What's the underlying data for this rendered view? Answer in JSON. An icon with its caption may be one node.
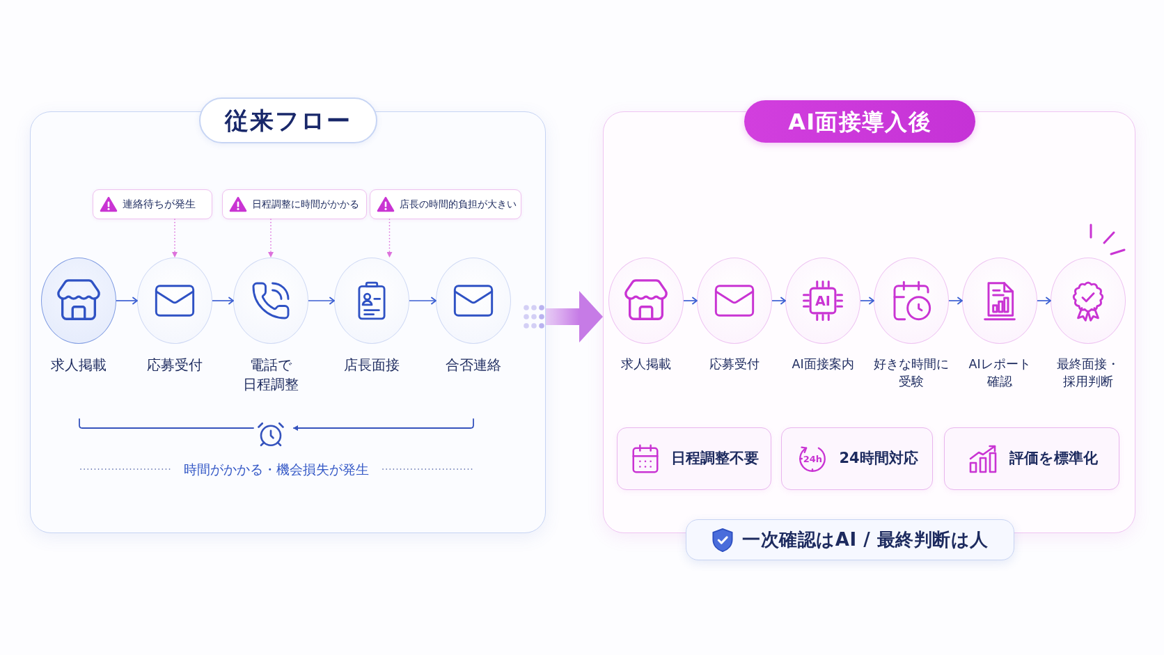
{
  "diagram": {
    "nodes": [
      {
        "text": [
          "従来フロー"
        ]
      },
      {
        "text": [
          "連絡待ちが発生"
        ],
        "in": 0
      },
      {
        "text": [
          "日程調整に時間がかかる"
        ],
        "in": 0
      },
      {
        "text": [
          "店長の時間的負担が大きい"
        ],
        "in": 0
      },
      {
        "text": [
          "求人掲載"
        ],
        "in": 0
      },
      {
        "text": [
          "応募受付"
        ],
        "in": 0
      },
      {
        "text": [
          "電話で日程調整"
        ],
        "in": 0
      },
      {
        "text": [
          "店長面接"
        ],
        "in": 0
      },
      {
        "text": [
          "合否連絡"
        ],
        "in": 0
      },
      {
        "text": [
          "AI面接導入後"
        ]
      },
      {
        "text": [
          "求人掲載"
        ],
        "in": 9
      },
      {
        "text": [
          "応募受付"
        ],
        "in": 9
      },
      {
        "text": [
          "AI",
          "AI面接案内"
        ],
        "in": 9
      },
      {
        "text": [
          "好きな時間に受験"
        ],
        "in": 9
      },
      {
        "text": [
          "AIレポート確認"
        ],
        "in": 9
      },
      {
        "text": [
          "最終面接・採用判断"
        ],
        "in": 9
      },
      {
        "text": [
          "日程調整不要"
        ],
        "in": 9
      },
      {
        "text": [
          "24h",
          "24時間対応"
        ],
        "in": 9
      },
      {
        "text": [
          "評価を標準化"
        ],
        "in": 9
      },
      {
        "text": [
          "一次確認はAI / 最終判断は人"
        ]
      }
    ],
    "edges": [
      {
        "from": 1,
        "to": 5,
        "arrow": "to",
        "style": "dashed",
        "color": "#dd72dc"
      },
      {
        "from": 2,
        "to": 6,
        "arrow": "to",
        "style": "dashed",
        "color": "#dd72dc"
      },
      {
        "from": 3,
        "to": 7,
        "arrow": "to",
        "style": "dashed",
        "color": "#dd72dc"
      },
      {
        "from": 4,
        "to": 5,
        "arrow": "to"
      },
      {
        "from": 5,
        "to": 6,
        "arrow": "to"
      },
      {
        "from": 6,
        "to": 7,
        "arrow": "to"
      },
      {
        "from": 7,
        "to": 8,
        "arrow": "to"
      },
      {
        "from": 0,
        "to": 9,
        "arrow": "to",
        "style": "thick",
        "color": "#c67be6"
      },
      {
        "from": 10,
        "to": 11,
        "arrow": "to"
      },
      {
        "from": 11,
        "to": 12,
        "arrow": "to"
      },
      {
        "from": 12,
        "to": 13,
        "arrow": "to"
      },
      {
        "from": 13,
        "to": 14,
        "arrow": "to"
      },
      {
        "from": 14,
        "to": 15,
        "arrow": "to"
      }
    ],
    "labels": [
      "時間がかかる・機会損失が発生"
    ]
  }
}
